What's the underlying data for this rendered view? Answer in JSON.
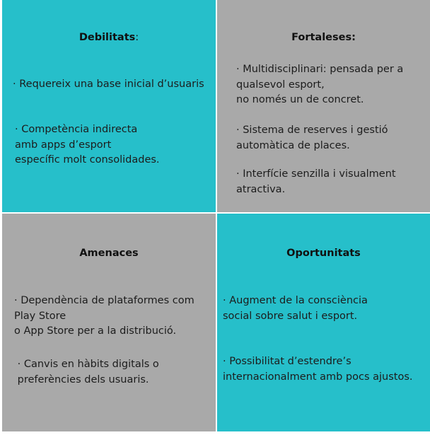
{
  "colors": {
    "teal": "#26bfca",
    "gray": "#a9a9a9"
  },
  "quadrants": {
    "weaknesses": {
      "title": "Debilitats",
      "title_suffix": ":",
      "items": [
        "· Requereix una base inicial d’usuaris",
        "· Competència indirecta\namb apps d’esport\nespecífic molt consolidades."
      ]
    },
    "strengths": {
      "title": "Fortaleses:",
      "items": [
        "· Multidisciplinari: pensada per a\nqualsevol esport,\nno només un de concret.",
        "· Sistema de reserves i gestió\nautomàtica de places.",
        "· Interfície senzilla i visualment\natractiva."
      ]
    },
    "threats": {
      "title": "Amenaces",
      "items": [
        "· Dependència de plataformes com\nPlay Store\no App Store per a la distribució.",
        " · Canvis en hàbits digitals o\n preferències dels usuaris."
      ]
    },
    "opportunities": {
      "title": "Oportunitats",
      "items": [
        "· Augment de la consciència\nsocial sobre salut i esport.",
        "· Possibilitat d’estendre’s\ninternacionalment amb pocs ajustos."
      ]
    }
  }
}
